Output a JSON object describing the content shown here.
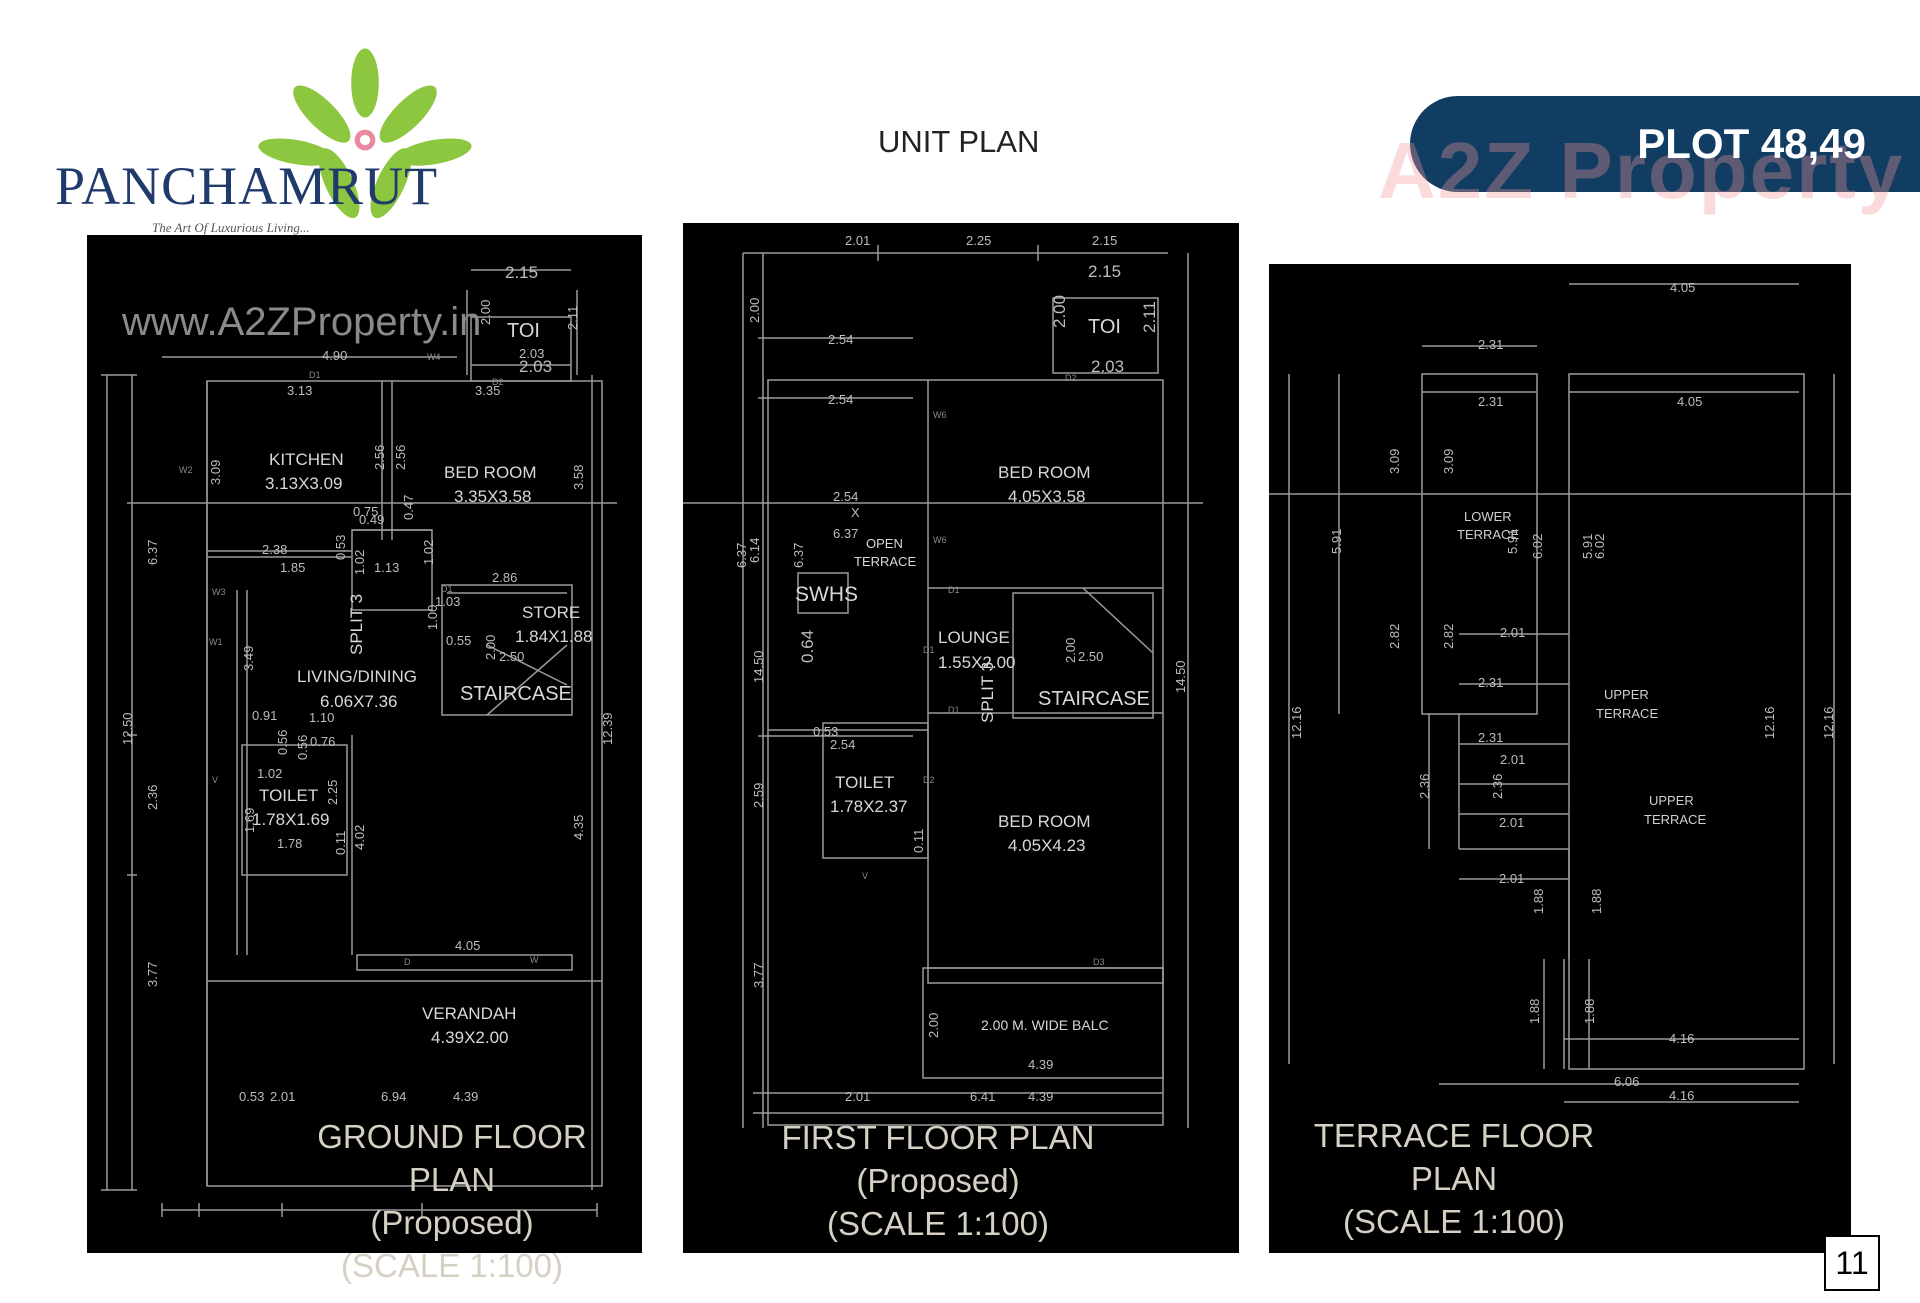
{
  "brand": {
    "name": "PANCHAMRUT",
    "tagline": "The Art Of Luxurious Living...",
    "color": "#1f3a6b",
    "leaf_color": "#8dc63f"
  },
  "header": {
    "heading": "UNIT PLAN",
    "plot_title": "PLOT 48,49",
    "banner_color": "#123d63",
    "banner_watermark": "A2Z Property"
  },
  "plans": {
    "ground": {
      "watermark": "www.A2ZProperty.in",
      "caption_title": "GROUND FLOOR PLAN",
      "caption_sub": "(Proposed)",
      "caption_scale": "(SCALE 1:100)",
      "rooms": {
        "toilet_top": "TOI",
        "kitchen": "KITCHEN",
        "kitchen_size": "3.13X3.09",
        "bedroom": "BED ROOM",
        "bedroom_size": "3.35X3.58",
        "store": "STORE",
        "store_size": "1.84X1.88",
        "living": "LIVING/DINING",
        "living_size": "6.06X7.36",
        "split": "SPLIT 3",
        "staircase": "STAIRCASE",
        "toilet": "TOILET",
        "toilet_size": "1.78X1.69",
        "verandah": "VERANDAH",
        "verandah_size": "4.39X2.00"
      },
      "dims": {
        "d1": "2.15",
        "d2": "2.00",
        "d3": "2.11",
        "d4": "2.03",
        "d5": "2.03",
        "d6": "4.90",
        "d7": "3.13",
        "d8": "3.35",
        "d9": "3.09",
        "d10": "2.56",
        "d11": "2.56",
        "d12": "3.58",
        "d13": "0.75",
        "d14": "0.49",
        "d15": "0.47",
        "d16": "0.53",
        "d17": "2.38",
        "d18": "1.85",
        "d19": "1.02",
        "d20": "1.13",
        "d21": "1.02",
        "d22": "2.86",
        "d23": "1.03",
        "d24": "1.00",
        "d25": "0.55",
        "d26": "2.00",
        "d27": "2.50",
        "d28": "3.49",
        "d29": "0.91",
        "d30": "1.10",
        "d31": "0.56",
        "d32": "0.76",
        "d33": "1.02",
        "d34": "2.25",
        "d35": "1.69",
        "d36": "0.11",
        "d37": "1.78",
        "d38": "4.02",
        "d39": "4.35",
        "d40": "6.37",
        "d41": "12.50",
        "d42": "2.36",
        "d43": "3.77",
        "d44": "12.39",
        "d45": "4.05",
        "d46": "0.53",
        "d47": "2.01",
        "d48": "6.94",
        "d49": "4.39",
        "d50": "0.56"
      },
      "tags": {
        "w4": "W4",
        "d1": "D1",
        "d2": "D2",
        "w2": "W2",
        "w3": "W3",
        "w1": "W1",
        "v": "V",
        "d": "D",
        "w": "W",
        "d1b": "D1"
      }
    },
    "first": {
      "caption_title": "FIRST FLOOR PLAN",
      "caption_sub": "(Proposed)",
      "caption_scale": "(SCALE 1:100)",
      "rooms": {
        "toilet_top": "TOI",
        "bedroom1": "BED ROOM",
        "bedroom1_size": "4.05X3.58",
        "open_terrace_1": "OPEN",
        "open_terrace_2": "TERRACE",
        "swhs": "SWHS",
        "lounge": "LOUNGE",
        "lounge_size": "1.55X2.00",
        "split": "SPLIT 3",
        "staircase": "STAIRCASE",
        "toilet": "TOILET",
        "toilet_size": "1.78X2.37",
        "bedroom2": "BED ROOM",
        "bedroom2_size": "4.05X4.23",
        "balcony": "2.00 M. WIDE BALC"
      },
      "dims": {
        "d1": "2.01",
        "d2": "2.25",
        "d3": "2.15",
        "d4": "2.15",
        "d5": "2.00",
        "d6": "2.11",
        "d7": "2.00",
        "d8": "2.54",
        "d9": "2.03",
        "d10": "2.54",
        "d11": "2.54",
        "d12": "6.37",
        "d13": "6.37",
        "d14": "6.14",
        "d15": "6.37",
        "d16": "0.64",
        "d17": "14.50",
        "d18": "0.53",
        "d19": "2.54",
        "d20": "2.59",
        "d21": "0.11",
        "d22": "3.77",
        "d23": "2.00",
        "d24": "2.50",
        "d25": "14.50",
        "d26": "2.00",
        "d27": "4.39",
        "d28": "2.01",
        "d29": "6.41",
        "d30": "4.39",
        "x": "X"
      },
      "tags": {
        "w6a": "W6",
        "w6b": "W6",
        "d2a": "D2",
        "d1a": "D1",
        "d1b": "D1",
        "d1c": "D1",
        "d2b": "D2",
        "d3": "D3",
        "v": "V"
      }
    },
    "terrace": {
      "caption_title": "TERRACE FLOOR PLAN",
      "caption_scale": "(SCALE 1:100)",
      "rooms": {
        "lower_1": "LOWER",
        "lower_2": "TERRACE",
        "upper_a1": "UPPER",
        "upper_a2": "TERRACE",
        "upper_b1": "UPPER",
        "upper_b2": "TERRACE"
      },
      "dims": {
        "d1": "4.05",
        "d2": "2.31",
        "d3": "2.31",
        "d4": "4.05",
        "d5": "3.09",
        "d6": "3.09",
        "d7": "5.91",
        "d8": "5.91",
        "d9": "6.02",
        "d10": "5.91",
        "d11": "6.02",
        "d12": "2.82",
        "d13": "2.82",
        "d14": "2.01",
        "d15": "2.31",
        "d16": "12.16",
        "d17": "2.31",
        "d18": "2.01",
        "d19": "2.36",
        "d20": "2.36",
        "d21": "2.01",
        "d22": "2.01",
        "d23": "1.88",
        "d24": "1.88",
        "d25": "1.88",
        "d26": "1.88",
        "d27": "12.16",
        "d28": "12.16",
        "d29": "4.16",
        "d30": "6.06",
        "d31": "4.16"
      }
    }
  },
  "page_number": "11"
}
